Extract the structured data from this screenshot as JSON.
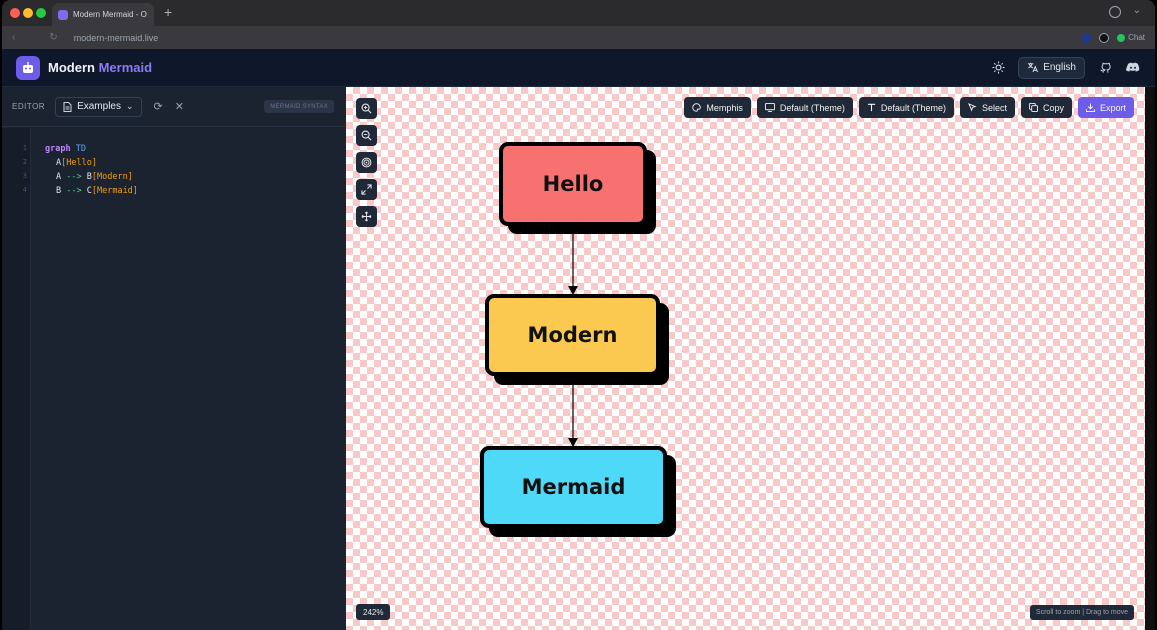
{
  "browser": {
    "tab_title": "Modern Mermaid - O",
    "url": "modern-mermaid.live",
    "chat_label": "Chat"
  },
  "header": {
    "brand_primary": "Modern",
    "brand_accent": "Mermaid",
    "language": "English"
  },
  "editor": {
    "label": "EDITOR",
    "examples_label": "Examples",
    "syntax_badge": "MERMAID SYNTAX",
    "line_numbers": [
      "1",
      "2",
      "3",
      "4"
    ],
    "code": {
      "l1_kw": "graph",
      "l1_dir": "TD",
      "l2_id": "A",
      "l2_label": "[Hello]",
      "l3_a": "A",
      "l3_arrow": "-->",
      "l3_b": "B",
      "l3_label": "[Modern]",
      "l4_a": "B",
      "l4_arrow": "-->",
      "l4_b": "C",
      "l4_label": "[Mermaid]"
    }
  },
  "toolbar": {
    "style": "Memphis",
    "theme": "Default (Theme)",
    "font": "Default (Theme)",
    "select": "Select",
    "copy": "Copy",
    "export": "Export"
  },
  "diagram": {
    "nodes": [
      {
        "label": "Hello",
        "color": "#f87171"
      },
      {
        "label": "Modern",
        "color": "#fbc950"
      },
      {
        "label": "Mermaid",
        "color": "#4dd9f7"
      }
    ]
  },
  "canvas": {
    "zoom": "242%",
    "hint": "Scroll to zoom | Drag to move"
  },
  "colors": {
    "accent": "#6d5ce8",
    "checker": "#f8c9c9"
  }
}
